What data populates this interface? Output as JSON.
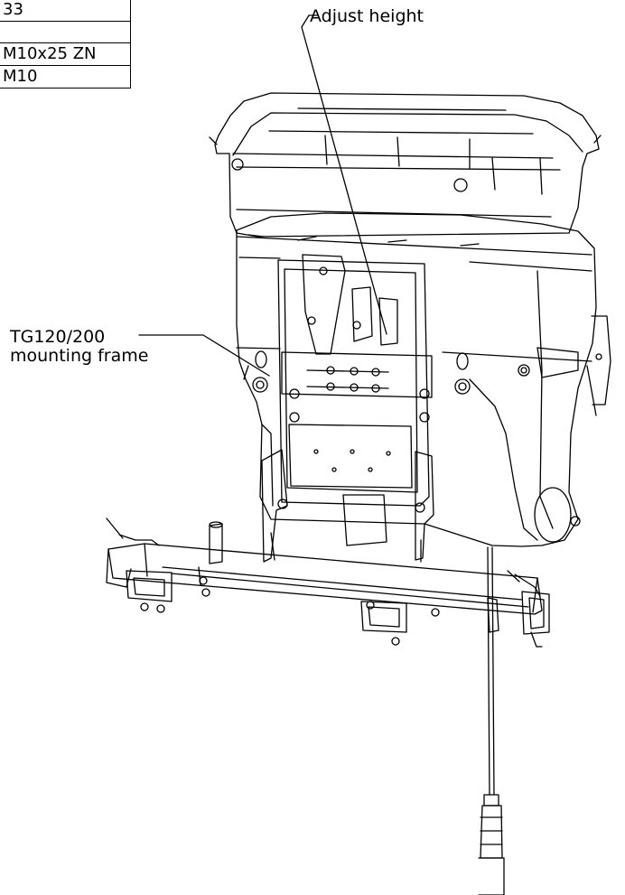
{
  "parts_table": {
    "rows": [
      "33",
      "",
      "M10x25 ZN",
      "M10"
    ]
  },
  "callouts": {
    "adjust_height": "Adjust height",
    "mounting_frame_line1": "TG120/200",
    "mounting_frame_line2": "mounting frame"
  },
  "colors": {
    "line": "#000000",
    "background": "#ffffff"
  }
}
